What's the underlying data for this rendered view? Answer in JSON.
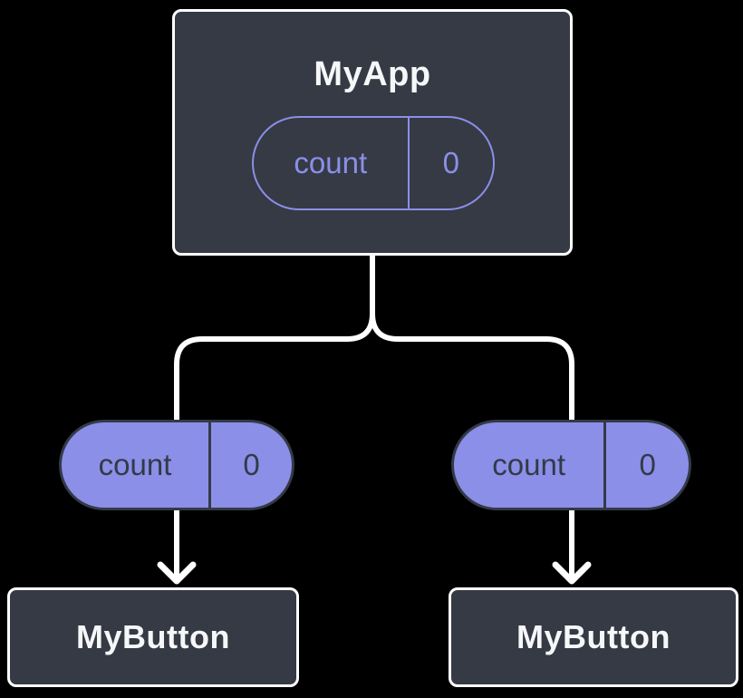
{
  "diagram": {
    "root_node": {
      "label": "MyApp",
      "state_pill": {
        "key": "count",
        "value": "0"
      }
    },
    "left_branch": {
      "prop_pill": {
        "key": "count",
        "value": "0"
      },
      "node": {
        "label": "MyButton"
      }
    },
    "right_branch": {
      "prop_pill": {
        "key": "count",
        "value": "0"
      },
      "node": {
        "label": "MyButton"
      }
    },
    "colors": {
      "background": "#000000",
      "node_fill": "#353A45",
      "node_border": "#FFFFFF",
      "accent_purple": "#8B8FE8",
      "pill_dark": "#333A47",
      "connector_white": "#FFFFFF"
    }
  }
}
